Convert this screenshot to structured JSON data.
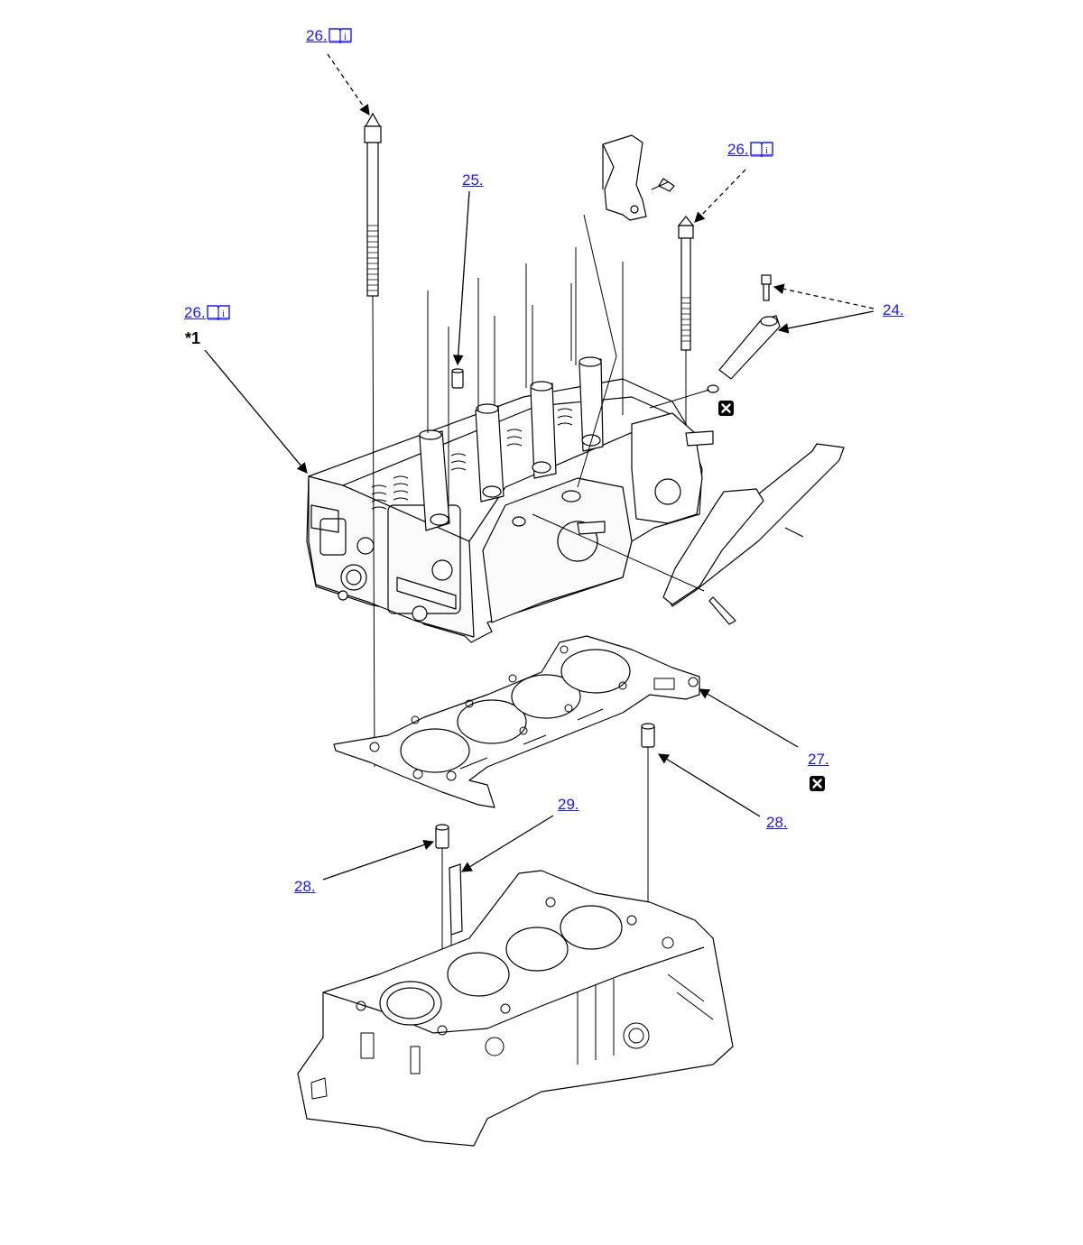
{
  "callouts": {
    "c26_top": "26.",
    "c26_right": "26.",
    "c26_left": "26.",
    "c25": "25.",
    "c24": "24.",
    "c27": "27.",
    "c28_right": "28.",
    "c28_left": "28.",
    "c29": "29."
  },
  "notes": {
    "star1": "*1"
  },
  "icons": {
    "reference": "book-info-icon",
    "replace": "x-box-icon"
  },
  "colors": {
    "link": "#1a1aee",
    "line": "#000000"
  }
}
